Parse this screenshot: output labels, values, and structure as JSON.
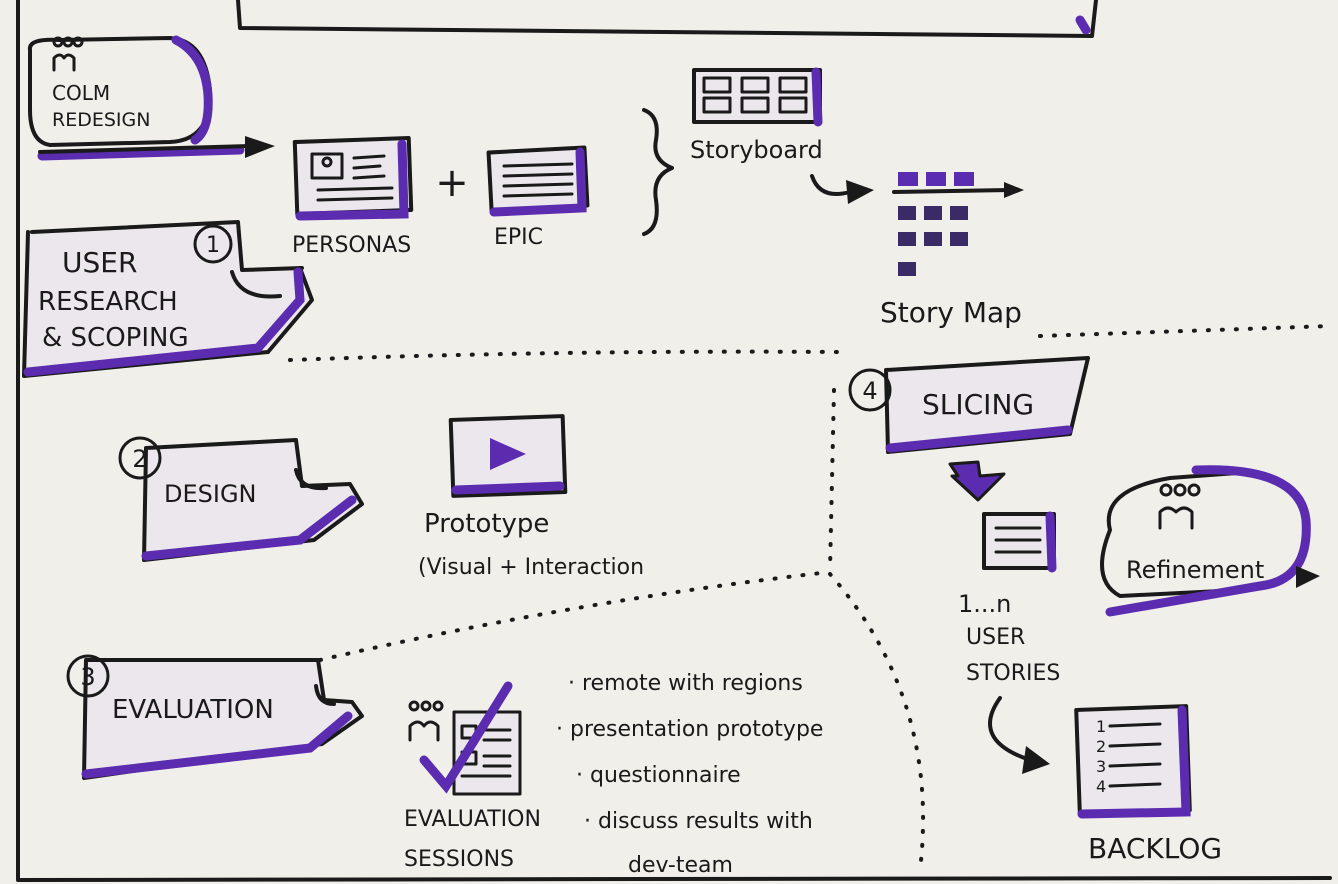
{
  "colors": {
    "ink": "#1a1a1a",
    "accent": "#5b2bb0",
    "paper": "#f1efea",
    "label_fill": "#ebe7ec"
  },
  "top_box": {
    "text": ""
  },
  "kickoff": {
    "line1": "COLM",
    "line2": "REDESIGN"
  },
  "step1": {
    "number": "1",
    "line1": "USER",
    "line2": "RESEARCH",
    "line3": "& SCOPING"
  },
  "personas": {
    "label": "PERSONAS"
  },
  "epic": {
    "label": "EPIC"
  },
  "plus": "+",
  "storyboard": {
    "label": "Storyboard"
  },
  "story_map": {
    "label": "Story Map"
  },
  "step2": {
    "number": "2",
    "label": "DESIGN"
  },
  "prototype": {
    "line1": "Prototype",
    "line2": "(Visual + Interaction"
  },
  "step3": {
    "number": "3",
    "label": "EVALUATION"
  },
  "evaluation_sessions": {
    "line1": "EVALUATION",
    "line2": "SESSIONS"
  },
  "evaluation_notes": [
    "· remote with regions",
    "· presentation prototype",
    "· questionnaire",
    "· discuss results with",
    "dev-team"
  ],
  "step4": {
    "number": "4",
    "label": "SLICING"
  },
  "user_stories": {
    "line1": "1...n",
    "line2": "USER",
    "line3": "STORIES"
  },
  "refinement": {
    "label": "Refinement"
  },
  "backlog": {
    "label": "BACKLOG",
    "numbers": [
      "1",
      "2",
      "3",
      "4"
    ]
  }
}
